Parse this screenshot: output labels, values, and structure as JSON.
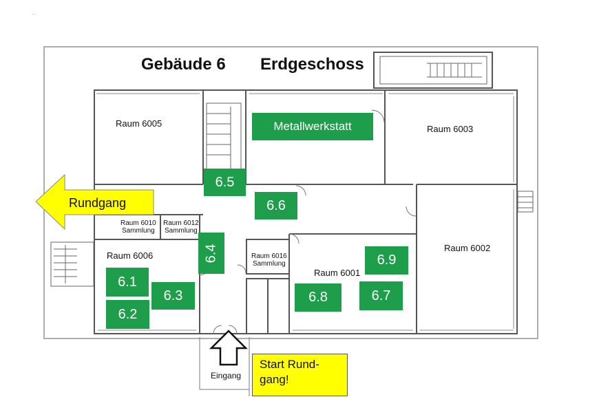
{
  "header": {
    "building": "Gebäude 6",
    "floor": "Erdgeschoss"
  },
  "rooms": {
    "r6005": "Raum 6005",
    "r6003": "Raum 6003",
    "r6002": "Raum 6002",
    "r6006": "Raum 6006",
    "r6001": "Raum 6001",
    "r6010_line1": "Raum 6010",
    "r6010_line2": "Sammlung",
    "r6012_line1": "Raum 6012",
    "r6012_line2": "Sammlung",
    "r6016_line1": "Raum 6016",
    "r6016_line2": "Sammlung"
  },
  "stations": {
    "werkstatt": "Metallwerkstatt",
    "s6_1": "6.1",
    "s6_2": "6.2",
    "s6_3": "6.3",
    "s6_4": "6.4",
    "s6_5": "6.5",
    "s6_6": "6.6",
    "s6_7": "6.7",
    "s6_8": "6.8",
    "s6_9": "6.9"
  },
  "callouts": {
    "rundgang": "Rundgang",
    "start_line1": "Start Rund-",
    "start_line2": "gang!"
  },
  "entrance": "Eingang",
  "marker": ".",
  "colors": {
    "station_green": "#1e9e4a",
    "callout_yellow": "#ffff00",
    "wall": "#555555"
  }
}
